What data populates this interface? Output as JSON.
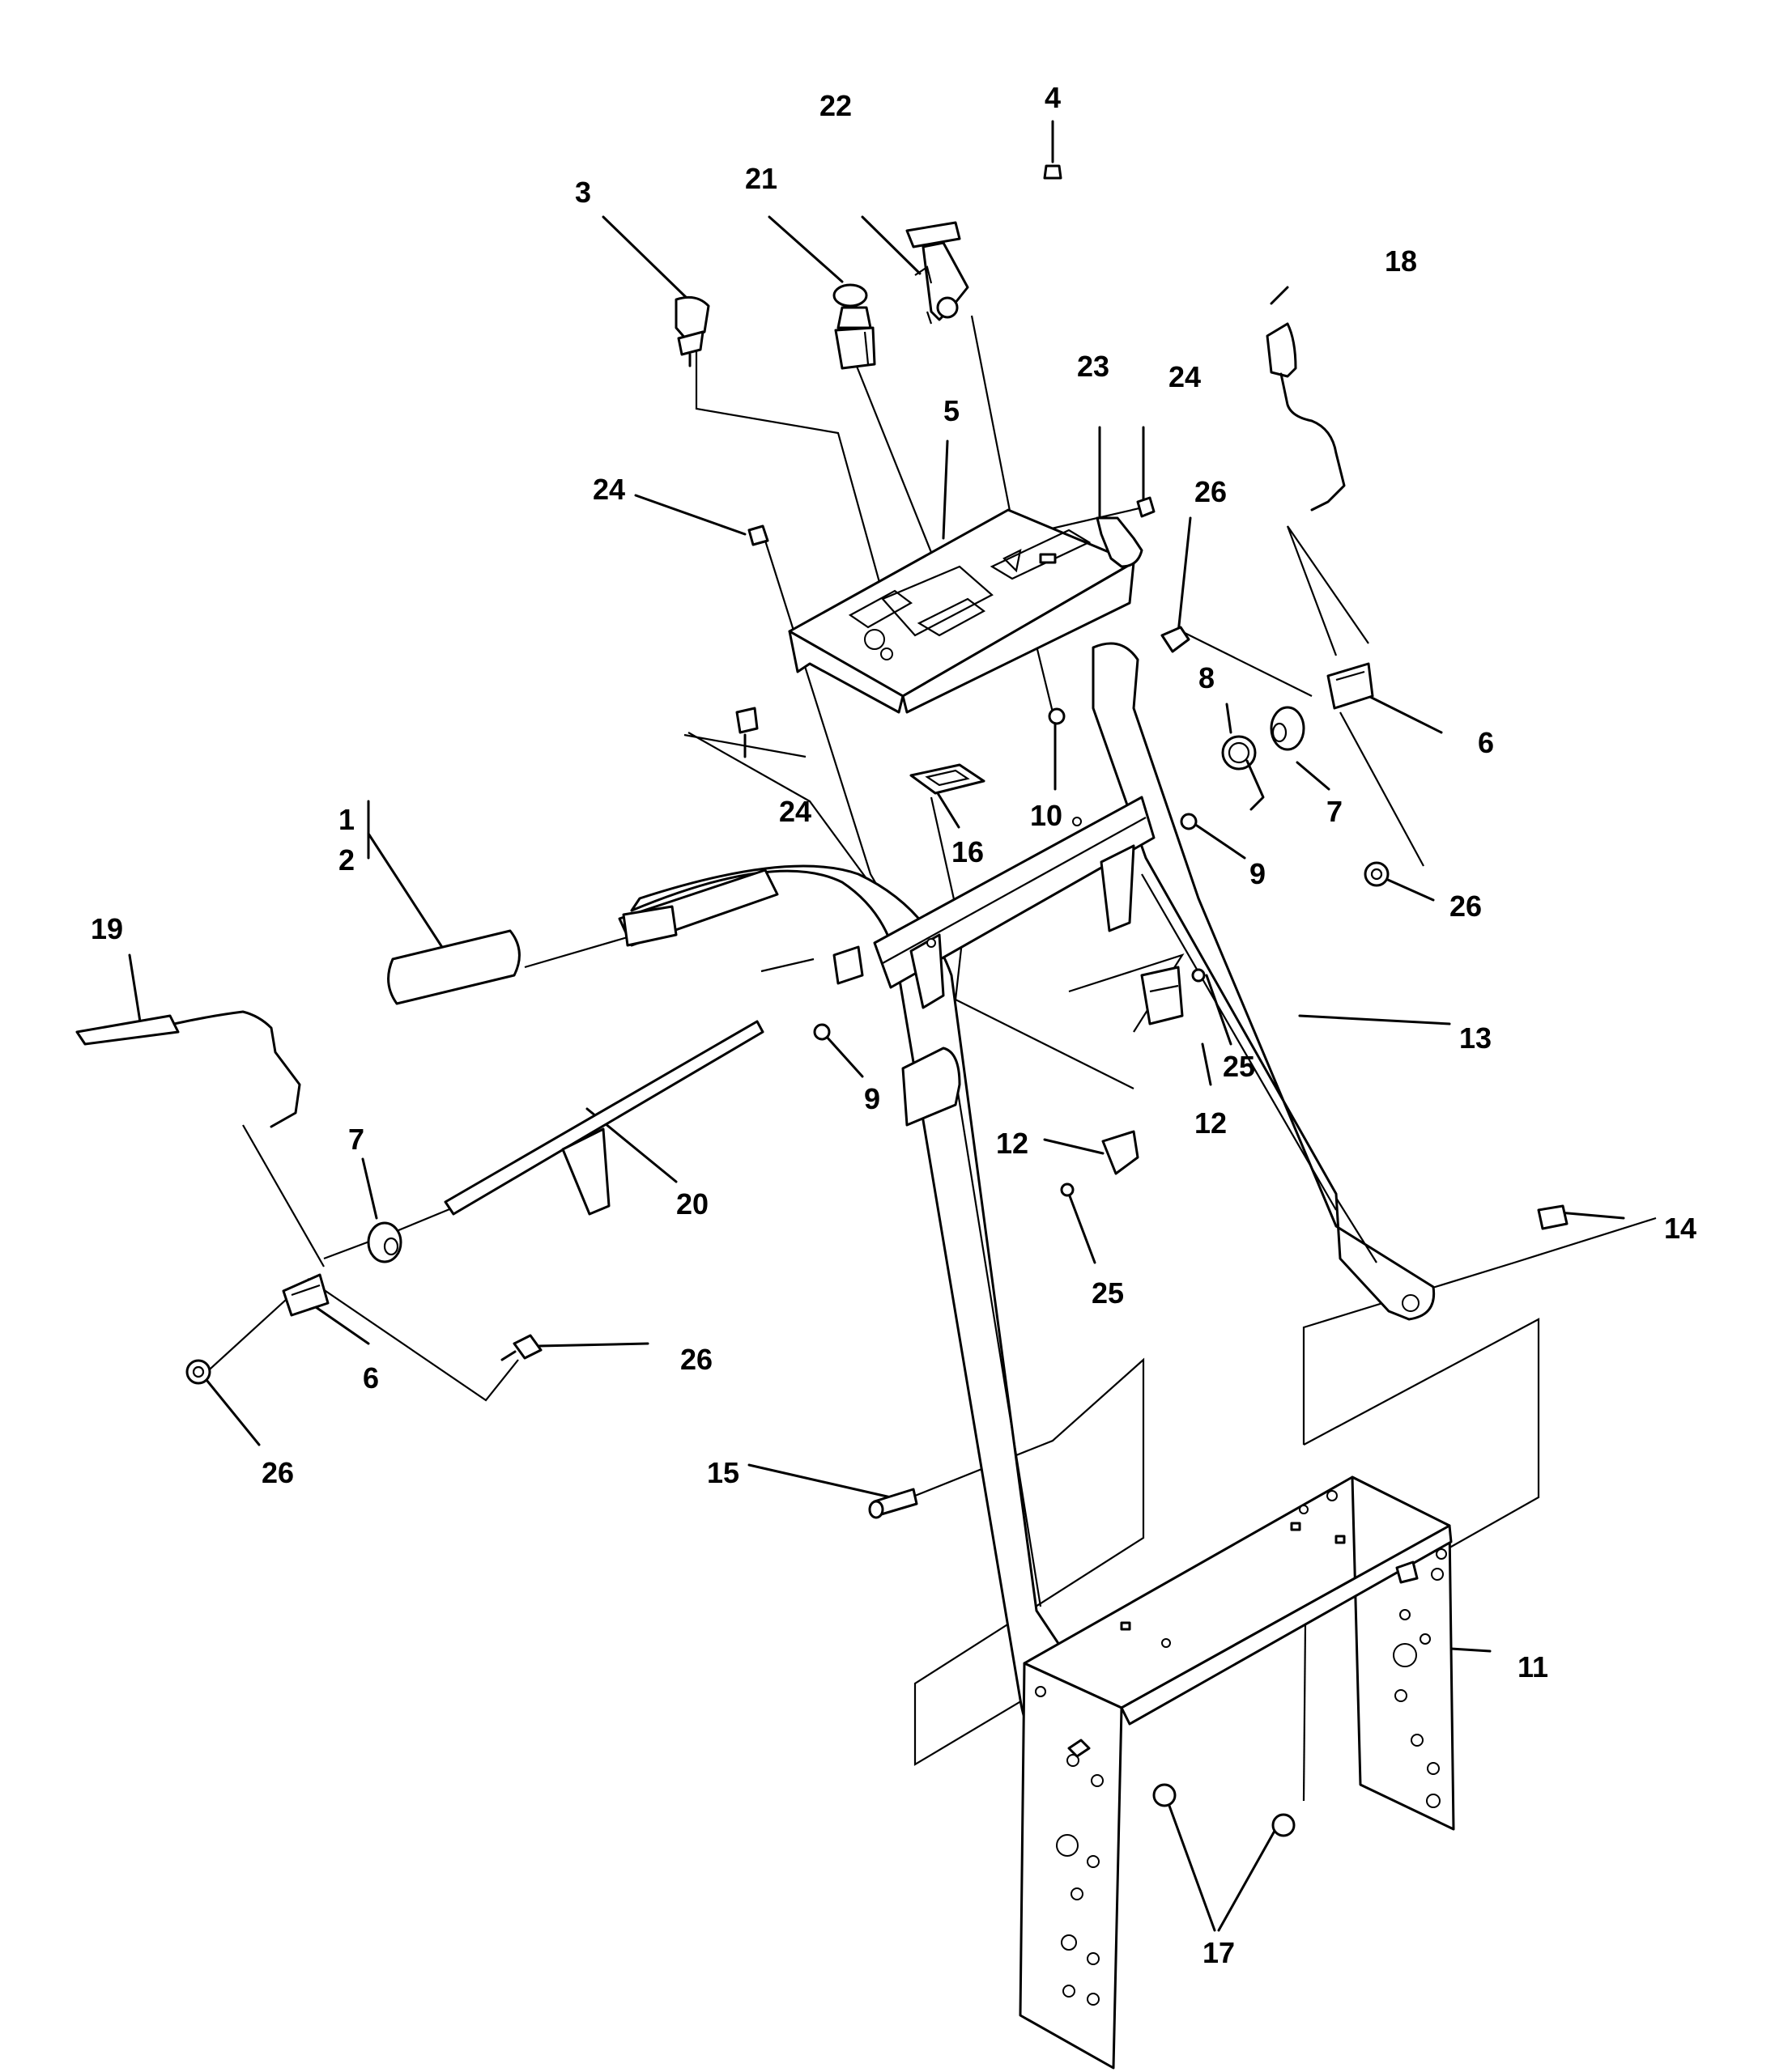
{
  "labels": [
    {
      "id": "l1",
      "text": "1"
    },
    {
      "id": "l2",
      "text": "2"
    },
    {
      "id": "l3",
      "text": "3"
    },
    {
      "id": "l4",
      "text": "4"
    },
    {
      "id": "l5",
      "text": "5"
    },
    {
      "id": "l6a",
      "text": "6"
    },
    {
      "id": "l6b",
      "text": "6"
    },
    {
      "id": "l7a",
      "text": "7"
    },
    {
      "id": "l7b",
      "text": "7"
    },
    {
      "id": "l8",
      "text": "8"
    },
    {
      "id": "l9a",
      "text": "9"
    },
    {
      "id": "l9b",
      "text": "9"
    },
    {
      "id": "l10",
      "text": "10"
    },
    {
      "id": "l11",
      "text": "11"
    },
    {
      "id": "l12a",
      "text": "12"
    },
    {
      "id": "l12b",
      "text": "12"
    },
    {
      "id": "l13",
      "text": "13"
    },
    {
      "id": "l14",
      "text": "14"
    },
    {
      "id": "l15",
      "text": "15"
    },
    {
      "id": "l16",
      "text": "16"
    },
    {
      "id": "l17",
      "text": "17"
    },
    {
      "id": "l18",
      "text": "18"
    },
    {
      "id": "l19",
      "text": "19"
    },
    {
      "id": "l20",
      "text": "20"
    },
    {
      "id": "l21",
      "text": "21"
    },
    {
      "id": "l22",
      "text": "22"
    },
    {
      "id": "l23",
      "text": "23"
    },
    {
      "id": "l24a",
      "text": "24"
    },
    {
      "id": "l24b",
      "text": "24"
    },
    {
      "id": "l24c",
      "text": "24"
    },
    {
      "id": "l25a",
      "text": "25"
    },
    {
      "id": "l25b",
      "text": "25"
    },
    {
      "id": "l26a",
      "text": "26"
    },
    {
      "id": "l26b",
      "text": "26"
    },
    {
      "id": "l26c",
      "text": "26"
    },
    {
      "id": "l26d",
      "text": "26"
    }
  ]
}
